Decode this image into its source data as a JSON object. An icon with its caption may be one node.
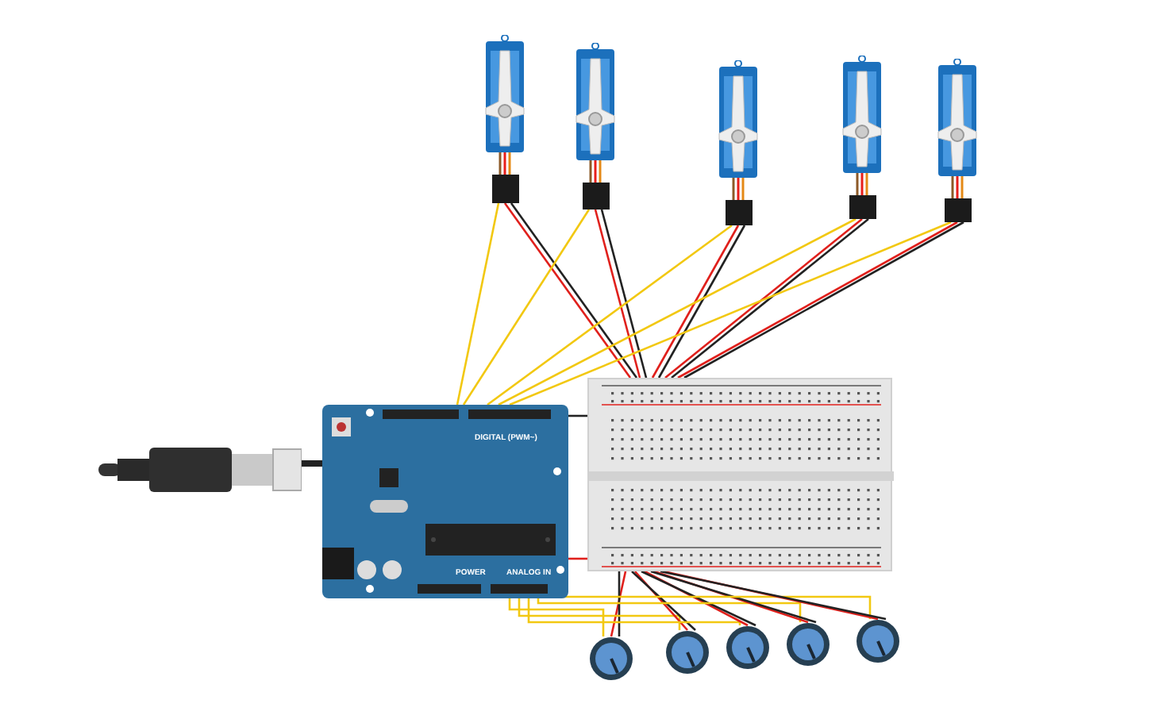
{
  "diagram": {
    "nodes": [
      {
        "text": [],
        "shape": "picture"
      },
      {
        "text": [
          "DIGITAL (PWM~)",
          "POWER",
          "ANALOG IN"
        ]
      },
      {
        "text": [],
        "shape": "box"
      },
      {
        "text": [],
        "shape": "picture"
      },
      {
        "text": [],
        "shape": "picture"
      },
      {
        "text": [],
        "shape": "picture"
      },
      {
        "text": [],
        "shape": "picture"
      },
      {
        "text": [],
        "shape": "picture"
      },
      {
        "text": [],
        "shape": "circle"
      },
      {
        "text": [],
        "shape": "circle"
      },
      {
        "text": [],
        "shape": "circle"
      },
      {
        "text": [],
        "shape": "circle"
      },
      {
        "text": [],
        "shape": "circle"
      }
    ],
    "edges": [
      {
        "from": 0,
        "to": 1,
        "arrow": "none",
        "style": "thick",
        "color": "#222222"
      },
      {
        "from": 3,
        "to": 1,
        "arrow": "none",
        "color": "#f2c811"
      },
      {
        "from": 3,
        "to": 2,
        "arrow": "none",
        "color": "#e0201c"
      },
      {
        "from": 3,
        "to": 2,
        "arrow": "none",
        "color": "#222222"
      },
      {
        "from": 4,
        "to": 1,
        "arrow": "none",
        "color": "#f2c811"
      },
      {
        "from": 4,
        "to": 2,
        "arrow": "none",
        "color": "#e0201c"
      },
      {
        "from": 4,
        "to": 2,
        "arrow": "none",
        "color": "#222222"
      },
      {
        "from": 5,
        "to": 1,
        "arrow": "none",
        "color": "#f2c811"
      },
      {
        "from": 5,
        "to": 2,
        "arrow": "none",
        "color": "#e0201c"
      },
      {
        "from": 5,
        "to": 2,
        "arrow": "none",
        "color": "#222222"
      },
      {
        "from": 6,
        "to": 1,
        "arrow": "none",
        "color": "#f2c811"
      },
      {
        "from": 6,
        "to": 2,
        "arrow": "none",
        "color": "#e0201c"
      },
      {
        "from": 6,
        "to": 2,
        "arrow": "none",
        "color": "#222222"
      },
      {
        "from": 7,
        "to": 1,
        "arrow": "none",
        "color": "#f2c811"
      },
      {
        "from": 7,
        "to": 2,
        "arrow": "none",
        "color": "#e0201c"
      },
      {
        "from": 7,
        "to": 2,
        "arrow": "none",
        "color": "#222222"
      },
      {
        "from": 8,
        "to": 1,
        "arrow": "none",
        "color": "#f2c811"
      },
      {
        "from": 8,
        "to": 2,
        "arrow": "none",
        "color": "#e0201c"
      },
      {
        "from": 8,
        "to": 2,
        "arrow": "none",
        "color": "#222222"
      },
      {
        "from": 9,
        "to": 1,
        "arrow": "none",
        "color": "#f2c811"
      },
      {
        "from": 9,
        "to": 2,
        "arrow": "none",
        "color": "#e0201c"
      },
      {
        "from": 9,
        "to": 2,
        "arrow": "none",
        "color": "#222222"
      },
      {
        "from": 10,
        "to": 1,
        "arrow": "none",
        "color": "#f2c811"
      },
      {
        "from": 10,
        "to": 2,
        "arrow": "none",
        "color": "#e0201c"
      },
      {
        "from": 10,
        "to": 2,
        "arrow": "none",
        "color": "#222222"
      },
      {
        "from": 11,
        "to": 1,
        "arrow": "none",
        "color": "#f2c811"
      },
      {
        "from": 11,
        "to": 2,
        "arrow": "none",
        "color": "#e0201c"
      },
      {
        "from": 11,
        "to": 2,
        "arrow": "none",
        "color": "#222222"
      },
      {
        "from": 12,
        "to": 1,
        "arrow": "none",
        "color": "#f2c811"
      },
      {
        "from": 12,
        "to": 2,
        "arrow": "none",
        "color": "#e0201c"
      },
      {
        "from": 12,
        "to": 2,
        "arrow": "none",
        "color": "#222222"
      },
      {
        "from": 1,
        "to": 2,
        "arrow": "none",
        "color": "#e0201c"
      },
      {
        "from": 1,
        "to": 2,
        "arrow": "none",
        "color": "#222222"
      }
    ]
  }
}
